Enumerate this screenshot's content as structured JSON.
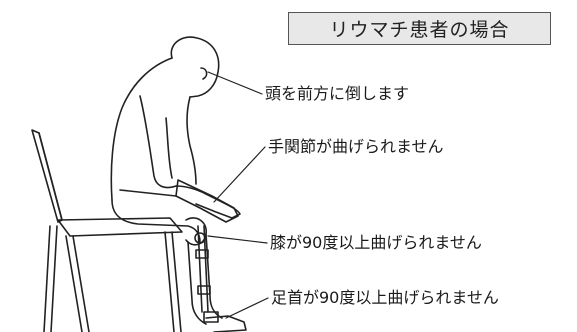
{
  "title": "リウマチ患者の場合",
  "annotations": [
    {
      "text": "頭を前方に倒します"
    },
    {
      "text": "手関節が曲げられません"
    },
    {
      "text": "膝が90度以上曲げられません"
    },
    {
      "text": "足首が90度以上曲げられません"
    }
  ]
}
